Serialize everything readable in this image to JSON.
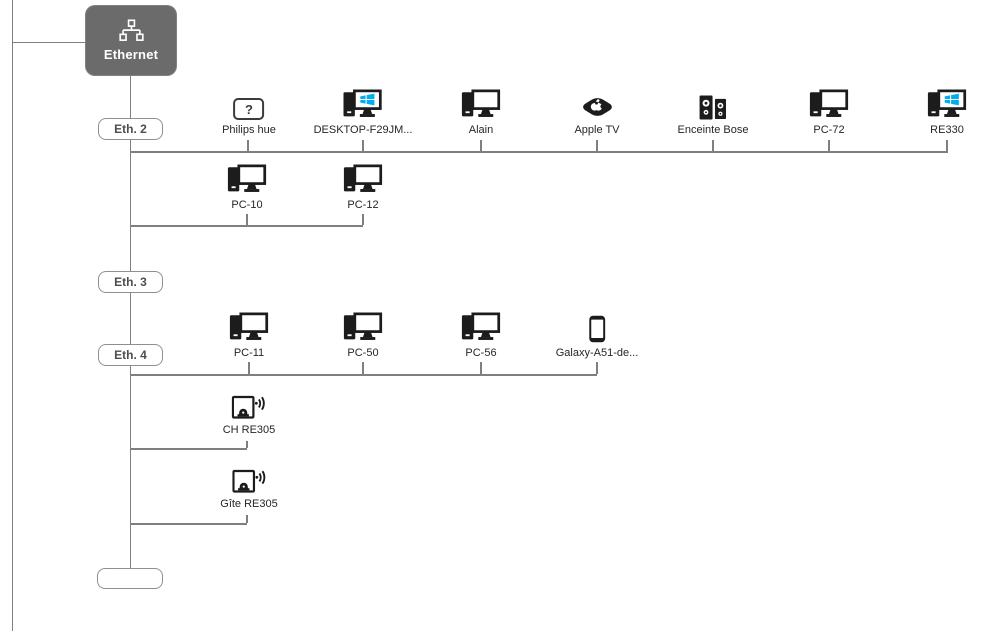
{
  "root_node": {
    "label": "Ethernet",
    "icon": "network-tree-icon"
  },
  "ports": [
    {
      "label": "Eth. 2"
    },
    {
      "label": "Eth. 3"
    },
    {
      "label": "Eth. 4"
    }
  ],
  "row1": [
    {
      "label": "Philips hue",
      "icon": "unknown-device-icon",
      "glyph": "?"
    },
    {
      "label": "DESKTOP-F29JM...",
      "icon": "windows-pc-icon"
    },
    {
      "label": "Alain",
      "icon": "pc-icon"
    },
    {
      "label": "Apple TV",
      "icon": "apple-tv-icon"
    },
    {
      "label": "Enceinte Bose",
      "icon": "stereo-speakers-icon"
    },
    {
      "label": "PC-72",
      "icon": "pc-icon"
    },
    {
      "label": "RE330",
      "icon": "windows-pc-icon"
    }
  ],
  "row2": [
    {
      "label": "PC-10",
      "icon": "pc-icon"
    },
    {
      "label": "PC-12",
      "icon": "pc-icon"
    }
  ],
  "row3": [
    {
      "label": "PC-11",
      "icon": "pc-icon"
    },
    {
      "label": "PC-50",
      "icon": "pc-icon"
    },
    {
      "label": "PC-56",
      "icon": "pc-icon"
    },
    {
      "label": "Galaxy-A51-de...",
      "icon": "smartphone-icon"
    }
  ],
  "extenders": [
    {
      "label": "CH RE305",
      "icon": "wifi-extender-icon"
    },
    {
      "label": "Gîte RE305",
      "icon": "wifi-extender-icon"
    }
  ],
  "empty_node": {
    "label": ""
  },
  "colors": {
    "line_gray": "#7f7f7f",
    "root_node_gray": "#6b6b6b",
    "icon_black": "#1c1c1c",
    "windows_blue": "#00adef",
    "port_border_gray": "#8f8f8f"
  }
}
